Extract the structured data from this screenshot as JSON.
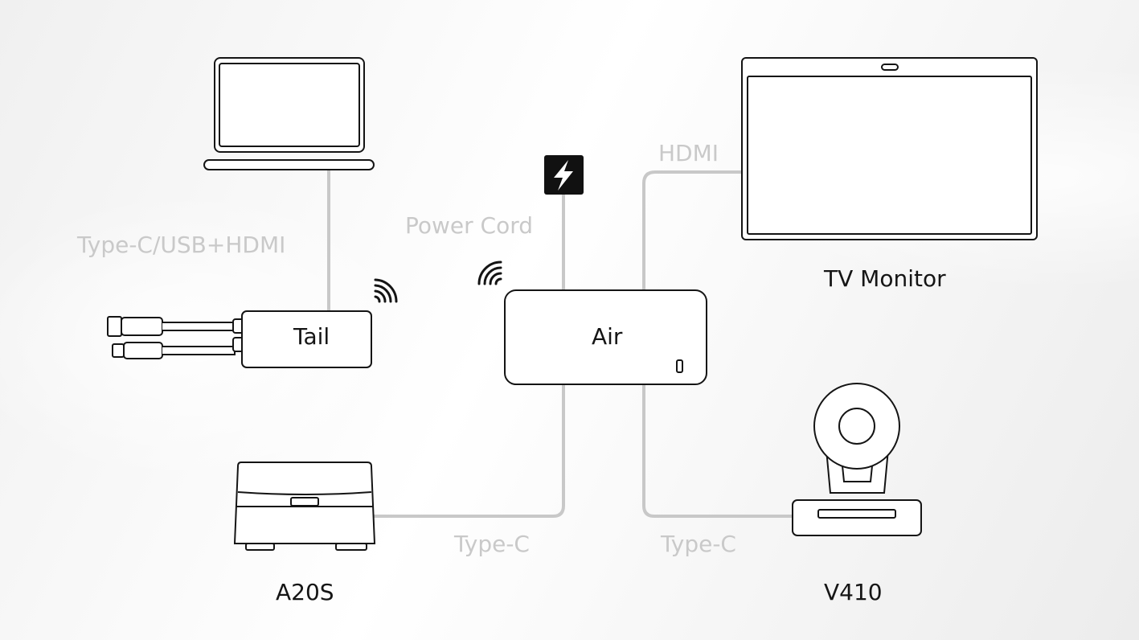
{
  "devices": {
    "laptop": {
      "icon": "laptop-icon"
    },
    "tail": {
      "label": "Tail",
      "icon": "tail-dongle-icon"
    },
    "air": {
      "label": "Air",
      "icon": "air-hub-icon"
    },
    "tv": {
      "label": "TV Monitor",
      "icon": "tv-monitor-icon"
    },
    "a20s": {
      "label": "A20S",
      "icon": "a20s-device-icon"
    },
    "v410": {
      "label": "V410",
      "icon": "v410-camera-icon"
    }
  },
  "cables": {
    "laptop_tail": "Type-C/USB+HDMI",
    "power": "Power Cord",
    "hdmi": "HDMI",
    "a20s_air": "Type-C",
    "v410_air": "Type-C"
  },
  "icons": {
    "power": "power-bolt-icon",
    "wireless": "wifi-signal-icon"
  },
  "colors": {
    "line": "#c8c8c8",
    "outline": "#141414",
    "cable_label": "#c9c9c9",
    "power_badge": "#111111"
  }
}
